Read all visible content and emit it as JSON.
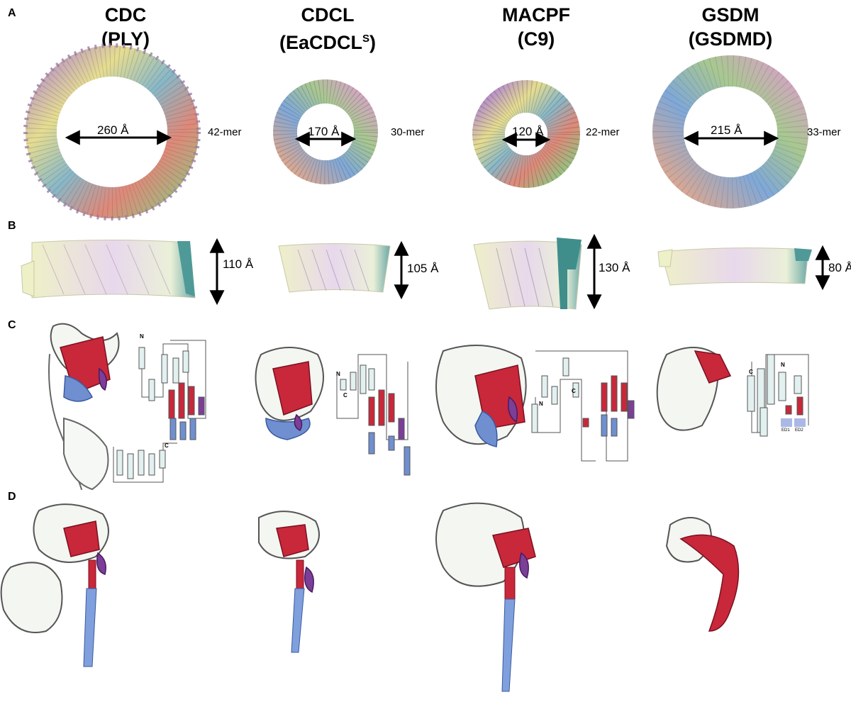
{
  "panels": [
    "A",
    "B",
    "C",
    "D"
  ],
  "columns": [
    {
      "family": "CDC",
      "example": "(PLY)",
      "diameter": "260 Å",
      "oligomer": "42-mer",
      "height": "110 Å"
    },
    {
      "family": "CDCL",
      "example_prefix": "(EaCDCL",
      "example_sup": "S",
      "example_suffix": ")",
      "diameter": "170 Å",
      "oligomer": "30-mer",
      "height": "105 Å"
    },
    {
      "family": "MACPF",
      "example": "(C9)",
      "diameter": "120 Å",
      "oligomer": "22-mer",
      "height": "130 Å"
    },
    {
      "family": "GSDM",
      "example": "(GSDMD)",
      "diameter": "215 Å",
      "oligomer": "33-mer",
      "height": "80 Å"
    }
  ],
  "topology_labels": {
    "n": "N",
    "c": "C",
    "ed1": "ED1",
    "ed2": "ED2"
  },
  "colors": {
    "red": "#c8283a",
    "blue": "#6f8fd0",
    "purple": "#7b3f98",
    "pale": "#e2f0f0",
    "teal": "#3a8c8a",
    "cream": "#ecebc0"
  }
}
